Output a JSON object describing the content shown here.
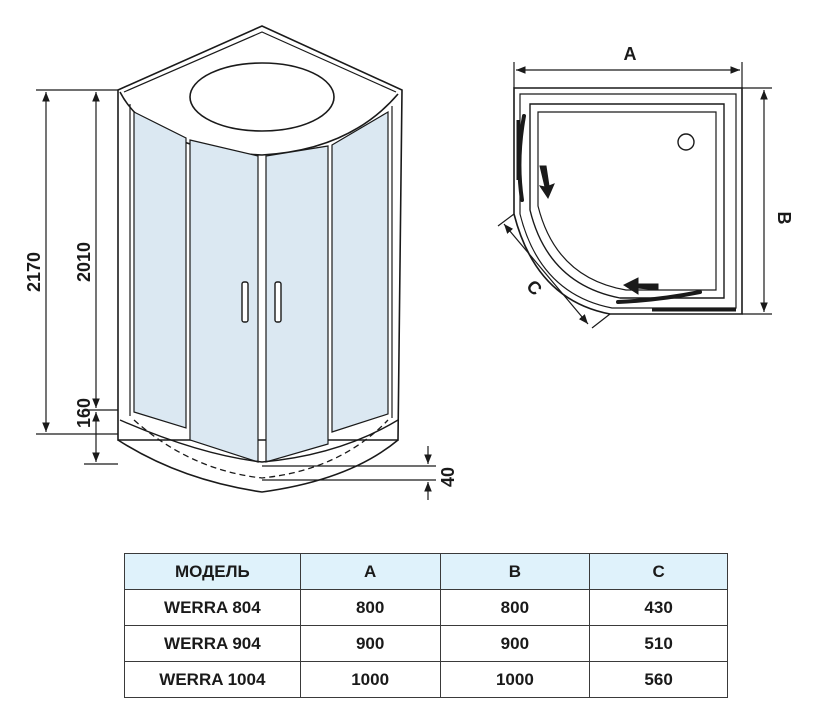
{
  "front_view": {
    "dims": {
      "total_height": "2170",
      "cabin_height": "2010",
      "tray_height": "160",
      "tray_depth": "40"
    }
  },
  "top_view": {
    "dims": {
      "width": "A",
      "depth": "B",
      "door": "C"
    }
  },
  "spec_table": {
    "headers": [
      "МОДЕЛЬ",
      "A",
      "B",
      "C"
    ],
    "rows": [
      [
        "WERRA 804",
        "800",
        "800",
        "430"
      ],
      [
        "WERRA 904",
        "900",
        "900",
        "510"
      ],
      [
        "WERRA 1004",
        "1000",
        "1000",
        "560"
      ]
    ]
  },
  "colors": {
    "glass": "#dbe8f2",
    "header_bg": "#dff2fb",
    "line": "#1a1a1a"
  }
}
